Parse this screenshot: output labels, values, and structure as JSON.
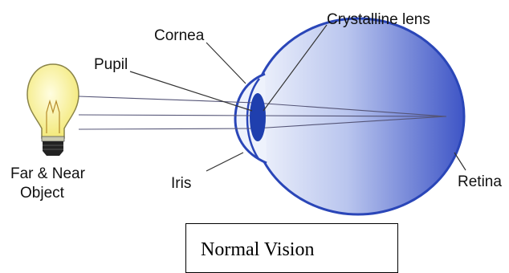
{
  "labels": {
    "crystalline_lens": "Crystalline lens",
    "cornea": "Cornea",
    "pupil": "Pupil",
    "far_near": "Far & Near",
    "object": "Object",
    "iris": "Iris",
    "retina": "Retina"
  },
  "caption": "Normal Vision",
  "colors": {
    "eye_light": "#e8edfa",
    "eye_dark": "#3f56c8",
    "eye_outline": "#2a46b8",
    "lens": "#1f3fae",
    "bulb": "#f8f29a",
    "bulb_base": "#222222",
    "ray_line": "#555577"
  }
}
